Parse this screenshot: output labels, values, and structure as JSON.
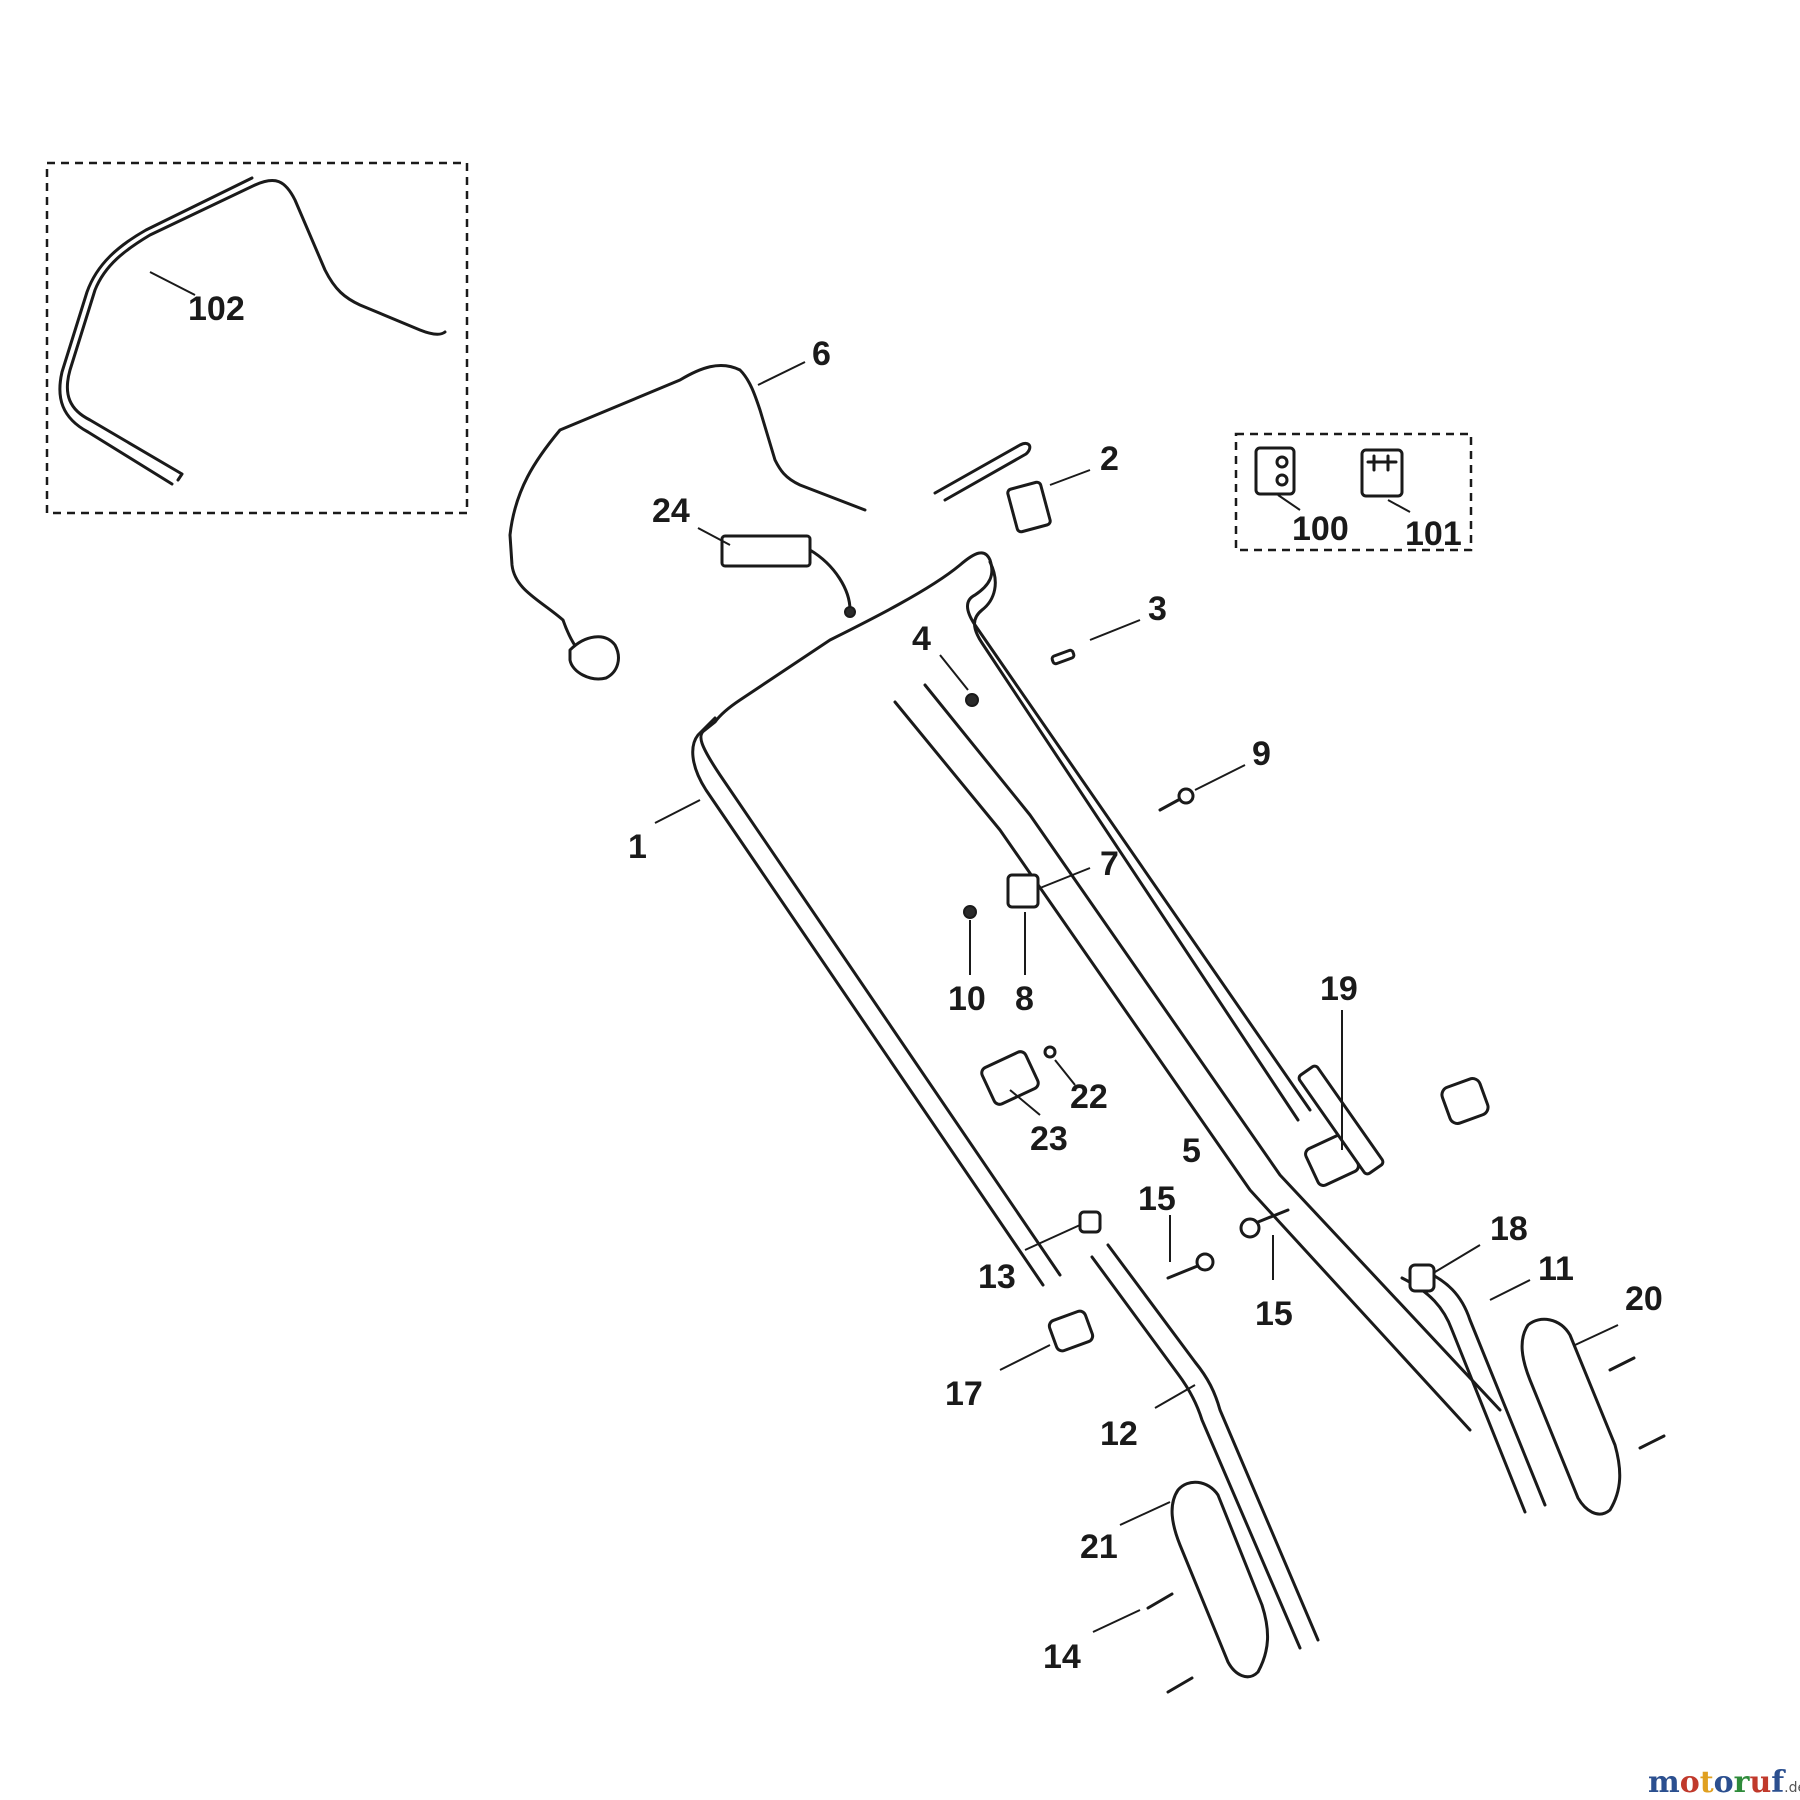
{
  "callouts": [
    "1",
    "2",
    "3",
    "4",
    "5",
    "6",
    "7",
    "8",
    "9",
    "10",
    "11",
    "12",
    "13",
    "14",
    "15",
    "15",
    "17",
    "18",
    "19",
    "20",
    "21",
    "22",
    "23",
    "24",
    "100",
    "101",
    "102"
  ],
  "watermark": {
    "letters": [
      "m",
      "o",
      "t",
      "o",
      "r",
      "u",
      "f"
    ],
    "colors": [
      "#2b4f8f",
      "#c0392b",
      "#e0a020",
      "#2b4f8f",
      "#2e8b3a",
      "#c0392b",
      "#2b4f8f"
    ],
    "suffix": ".de"
  }
}
